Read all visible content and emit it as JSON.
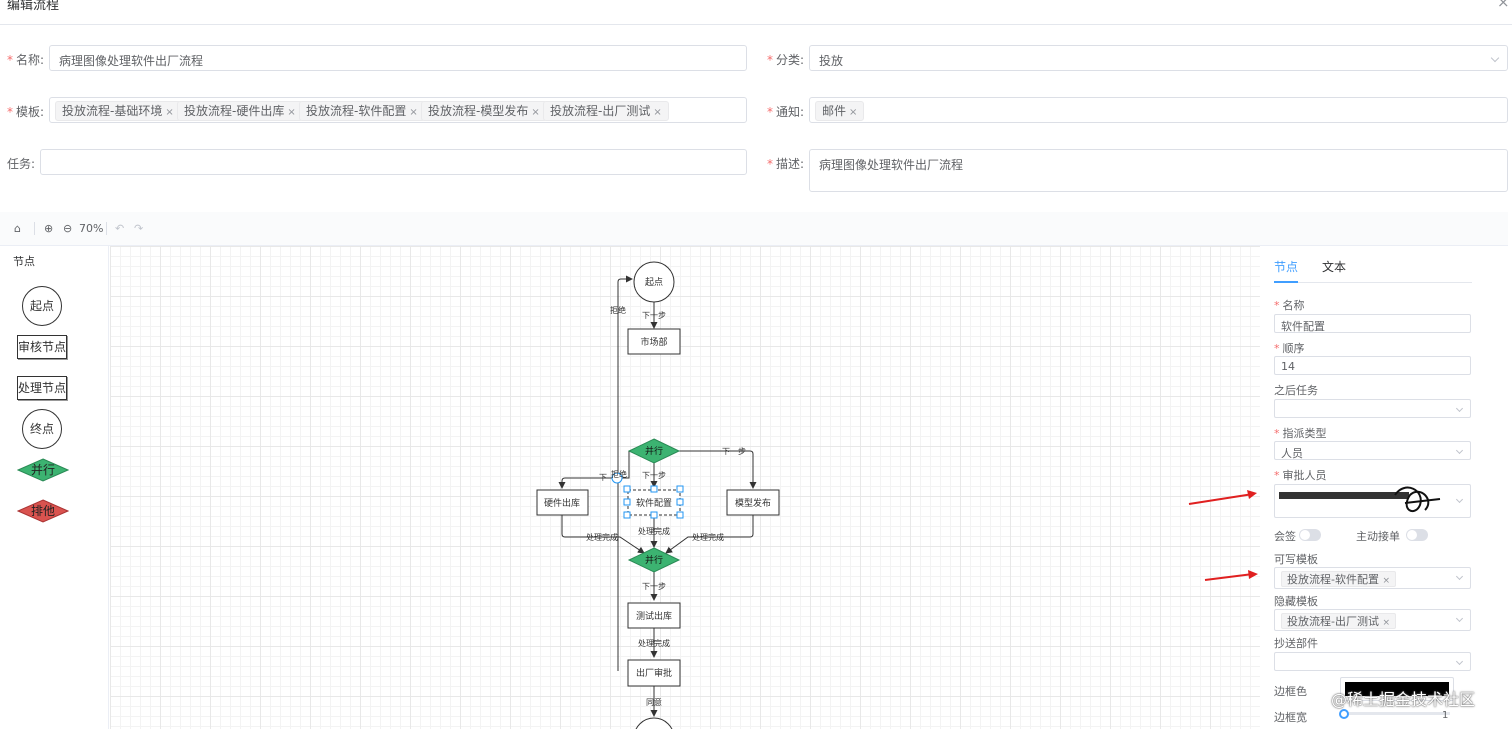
{
  "dialog": {
    "title": "编辑流程",
    "close": "×"
  },
  "form": {
    "name_label": "名称:",
    "name_value": "病理图像处理软件出厂流程",
    "category_label": "分类:",
    "category_value": "投放",
    "template_label": "模板:",
    "templates": [
      "投放流程-基础环境",
      "投放流程-硬件出库",
      "投放流程-软件配置",
      "投放流程-模型发布",
      "投放流程-出厂测试"
    ],
    "notify_label": "通知:",
    "notify_tags": [
      "邮件"
    ],
    "task_label": "任务:",
    "task_value": "",
    "desc_label": "描述:",
    "desc_value": "病理图像处理软件出厂流程",
    "required_mark": "*",
    "tag_close": "×"
  },
  "toolbar": {
    "zoom": "70%"
  },
  "palette": {
    "title": "节点",
    "items": {
      "start": "起点",
      "audit": "审核节点",
      "process": "处理节点",
      "end": "终点",
      "parallel": "并行",
      "exclusive": "排他"
    }
  },
  "flow": {
    "nodes": {
      "start": "起点",
      "market": "市场部",
      "parallel1": "并行",
      "hardware": "硬件出库",
      "software": "软件配置",
      "model": "模型发布",
      "parallel2": "并行",
      "test": "测试出库",
      "factory": "出厂审批"
    },
    "edges": {
      "next": "下一步",
      "reject": "拒绝",
      "done": "处理完成",
      "agree": "同意",
      "next_short": "下",
      "reject_short": "拒绝"
    },
    "colors": {
      "parallel": "#3cb371",
      "exclusive": "#d9534f",
      "selected": "#2196f3"
    }
  },
  "panel": {
    "tabs": [
      "节点",
      "文本"
    ],
    "name_label": "名称",
    "name_value": "软件配置",
    "order_label": "顺序",
    "order_value": "14",
    "after_task_label": "之后任务",
    "assign_type_label": "指派类型",
    "assign_type_value": "人员",
    "approver_label": "审批人员",
    "countersign_label": "会签",
    "auto_accept_label": "主动接单",
    "writable_label": "可写模板",
    "writable_tag": "投放流程-软件配置",
    "hidden_label": "隐藏模板",
    "hidden_tag": "投放流程-出厂测试",
    "cc_label": "抄送部件",
    "border_color_label": "边框色",
    "border_width_label": "边框宽",
    "border_width_value": "1"
  },
  "watermark": "@稀土掘金技术社区"
}
